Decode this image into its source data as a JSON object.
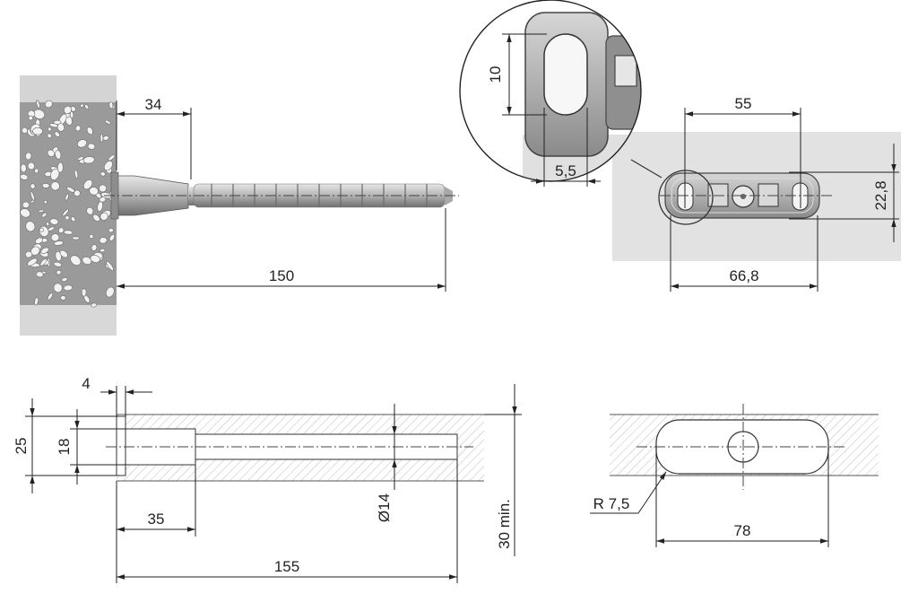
{
  "dimensions": {
    "top_left": {
      "standoff": "34",
      "length": "150"
    },
    "detail": {
      "slot_height": "10",
      "slot_width": "5,5"
    },
    "plate": {
      "slot_spacing": "55",
      "height": "22,8",
      "width": "66,8"
    },
    "hole": {
      "collar_width": "4",
      "collar_diameter": "25",
      "sleeve_diameter": "18",
      "depth_step": "35",
      "bore_diameter": "Ø14",
      "total_depth": "155",
      "min_thickness": "30 min."
    },
    "slot": {
      "radius": "R 7,5",
      "length": "78"
    }
  }
}
